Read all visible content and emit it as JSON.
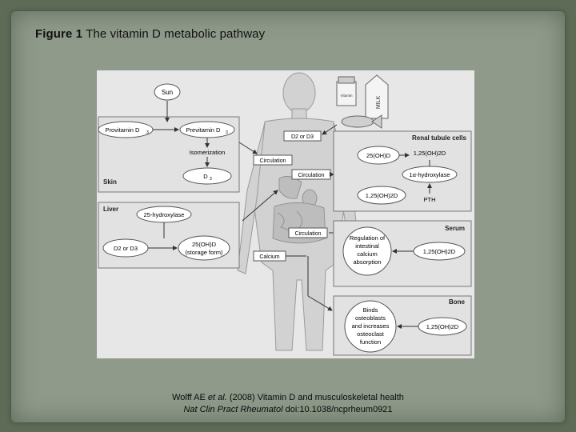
{
  "slide": {
    "title_bold": "Figure 1",
    "title_text": "The vitamin D metabolic pathway"
  },
  "diagram": {
    "sun": "Sun",
    "provitamin": "Provitamin D",
    "provitamin_sub": "3",
    "previtamin": "Previtamin D",
    "previtamin_sub": "3",
    "isomerization": "Isomerization",
    "d3_skin": "D",
    "d3_skin_sub": "3",
    "skin_label": "Skin",
    "d2_or_d3_top": "D2 or D3",
    "circulation_1": "Circulation",
    "circulation_2": "Circulation",
    "circulation_3": "Circulation",
    "calcium": "Calcium",
    "liver_label": "Liver",
    "hydroxylase_25": "25-hydroxylase",
    "d2_or_d3_liver": "D2 or D3",
    "ohd_storage_1": "25(OH)D",
    "ohd_storage_2": "(storage form)",
    "renal_label": "Renal tubule cells",
    "renal_25ohd": "25(OH)D",
    "renal_125ohd": "1,25(OH)2D",
    "alpha_hydroxylase": "1α-hydroxylase",
    "renal_125oh2d_lower": "1,25(OH)2D",
    "pth": "PTH",
    "serum_label": "Serum",
    "regulation": [
      "Regulation of",
      "intestinal",
      "calcium",
      "absorption"
    ],
    "serum_125": "1,25(OH)2D",
    "bone_label": "Bone",
    "bone_text": [
      "Binds",
      "osteoblasts",
      "and increases",
      "osteoclast",
      "function"
    ],
    "bone_125": "1,25(OH)2D",
    "vitamin_bottle": "Vitamin",
    "milk_carton": "MILK"
  },
  "citation": {
    "line1": "Wolff AE ",
    "line1_italic": "et al.",
    "line1_rest": " (2008) Vitamin D and musculoskeletal health",
    "line2_italic": "Nat Clin Pract Rheumatol",
    "line2_rest": " doi:10.1038/ncprheum0921"
  }
}
